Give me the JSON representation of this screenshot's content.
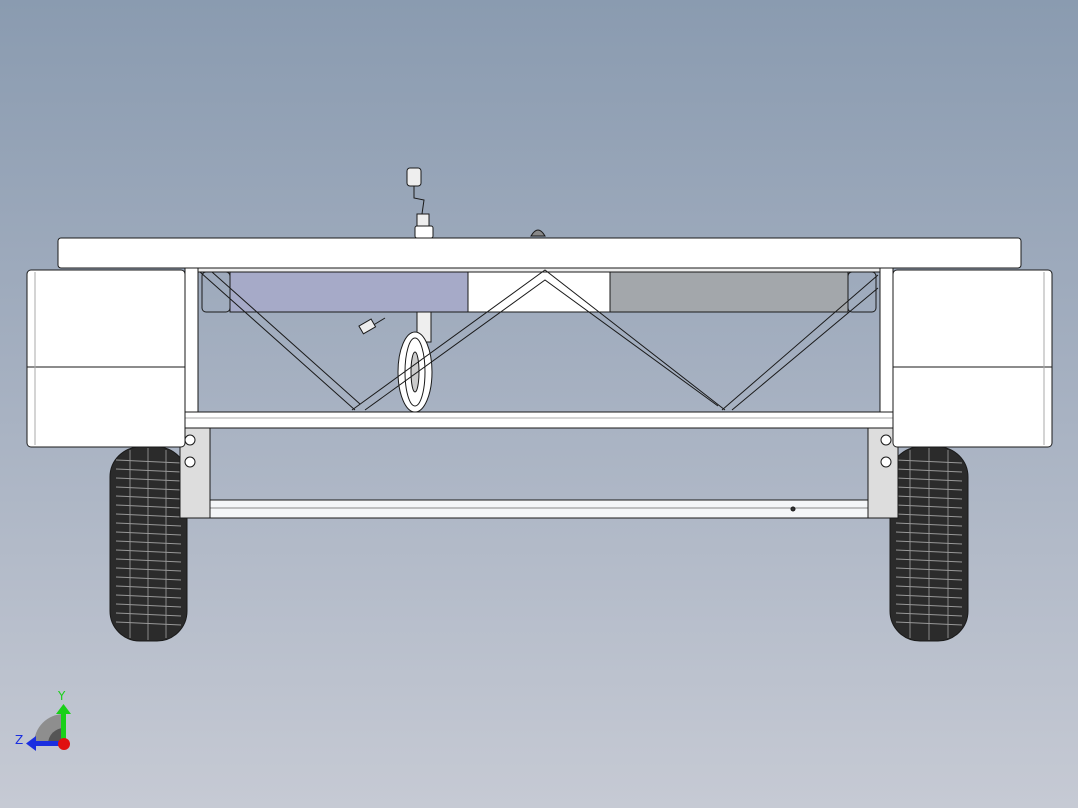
{
  "viewport": {
    "model": "trailer-front-view",
    "colors": {
      "background_top": "#8a9bb0",
      "background_bottom": "#c6cad4",
      "panel_blue": "#a6aac8",
      "panel_gray": "#a3a7ab",
      "body": "#ffffff",
      "tire": "#2a2a2a"
    }
  },
  "triad": {
    "y_label": "Y",
    "z_label": "Z",
    "y_color": "#19d019",
    "z_color": "#1a2ee0",
    "x_color": "#e01010"
  }
}
